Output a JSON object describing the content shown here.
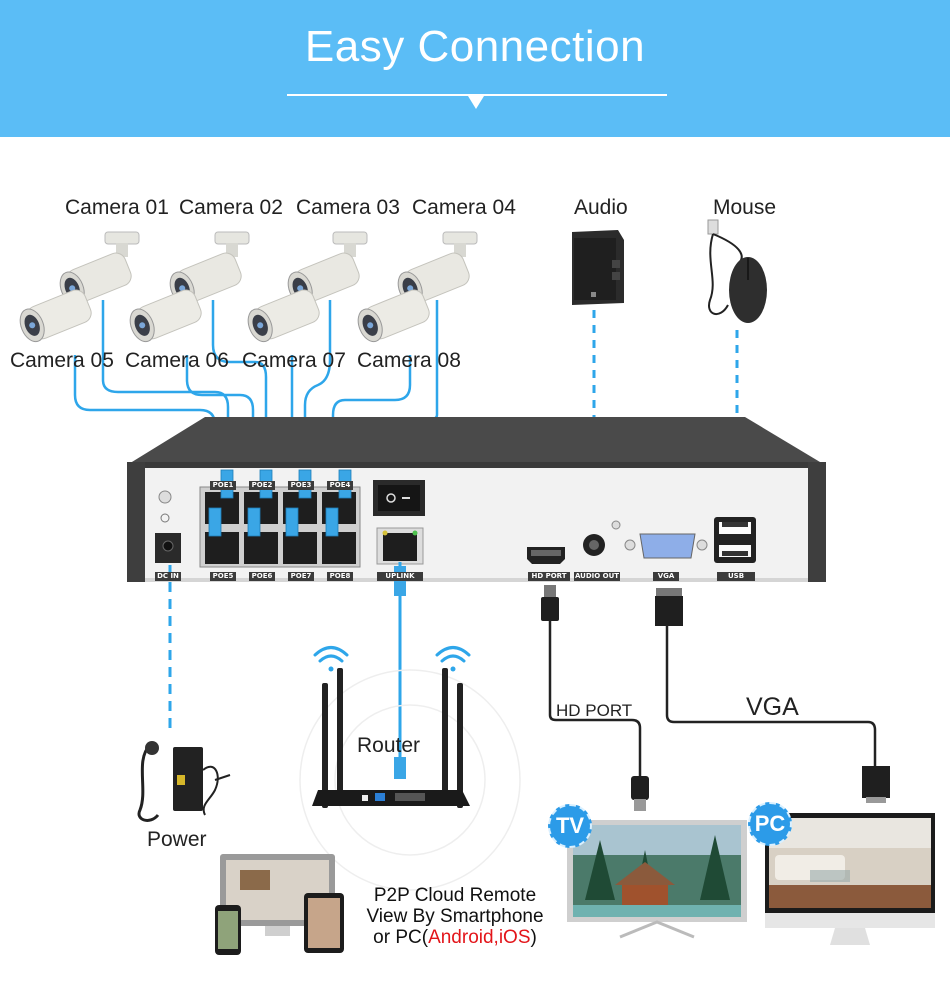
{
  "header": {
    "title": "Easy Connection"
  },
  "colors": {
    "header_bg": "#5bbdf6",
    "cable_blue": "#2ea6ea",
    "accent_red": "#e3151a",
    "badge_blue": "#2c9be8"
  },
  "cameras": {
    "top_row": [
      "Camera 01",
      "Camera 02",
      "Camera 03",
      "Camera 04"
    ],
    "bottom_row": [
      "Camera 05",
      "Camera 06",
      "Camera 07",
      "Camera 08"
    ]
  },
  "peripherals": {
    "audio": "Audio",
    "mouse": "Mouse"
  },
  "nvr": {
    "port_labels": {
      "dc_in": "DC IN",
      "poe_top": [
        "POE1",
        "POE2",
        "POE3",
        "POE4"
      ],
      "poe_bottom": [
        "POE5",
        "POE6",
        "POE7",
        "POE8"
      ],
      "uplink": "UPLINK",
      "hd_port": "HD PORT",
      "audio_out": "AUDIO OUT",
      "vga": "VGA",
      "usb": "USB"
    }
  },
  "devices": {
    "power": "Power",
    "router": "Router",
    "hd_cable": "HD PORT",
    "vga_cable": "VGA",
    "tv_badge": "TV",
    "pc_badge": "PC"
  },
  "p2p": {
    "line1": "P2P Cloud Remote",
    "line2": "View By Smartphone",
    "line3_prefix": "or PC(",
    "line3_highlight": "Android,iOS",
    "line3_suffix": ")"
  }
}
